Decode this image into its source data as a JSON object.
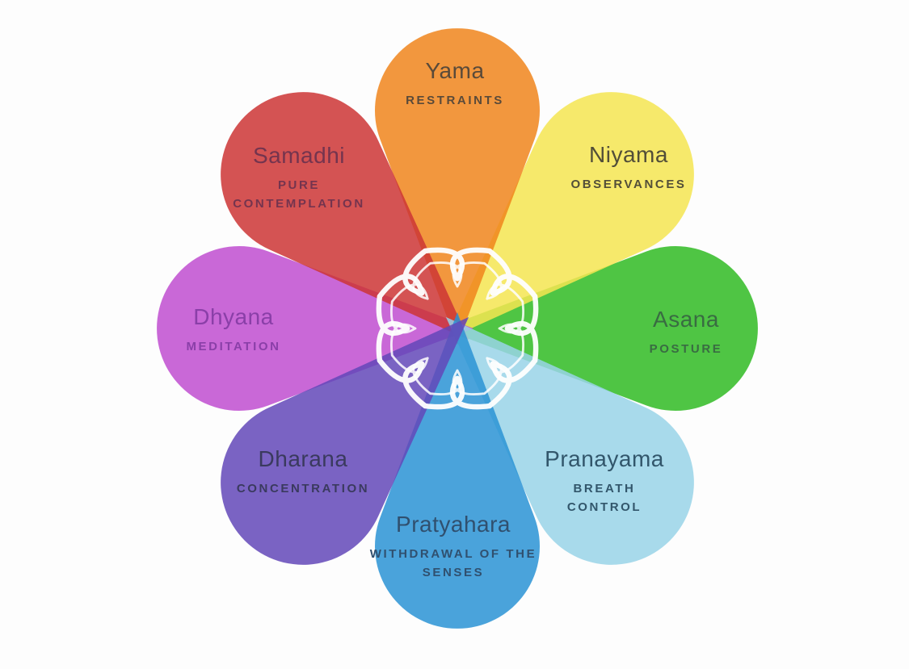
{
  "diagram": {
    "background_color": "#fdfdfd",
    "center_icon": "lotus-flower-icon",
    "lotus_line_color": "#ffffff"
  },
  "petals": [
    {
      "id": "yama",
      "name": "Yama",
      "subtitle": "RESTRAINTS",
      "angle": 0,
      "fill": "#F0851C",
      "text_color": "#5A4A39"
    },
    {
      "id": "niyama",
      "name": "Niyama",
      "subtitle": "OBSERVANCES",
      "angle": 45,
      "fill": "#F4E551",
      "text_color": "#524E38"
    },
    {
      "id": "asana",
      "name": "Asana",
      "subtitle": "POSTURE",
      "angle": 90,
      "fill": "#30BB23",
      "text_color": "#396C42"
    },
    {
      "id": "pranayama",
      "name": "Pranayama",
      "subtitle": "BREATH CONTROL",
      "angle": 135,
      "fill": "#99D4E8",
      "text_color": "#32566B"
    },
    {
      "id": "pratyahara",
      "name": "Pratyahara",
      "subtitle": "WITHDRAWAL OF THE SENSES",
      "angle": 180,
      "fill": "#2A93D5",
      "text_color": "#30506F"
    },
    {
      "id": "dharana",
      "name": "Dharana",
      "subtitle": "CONCENTRATION",
      "angle": 225,
      "fill": "#6348B8",
      "text_color": "#3A3A5E"
    },
    {
      "id": "dhyana",
      "name": "Dhyana",
      "subtitle": "MEDITATION",
      "angle": 270,
      "fill": "#BF4DD0",
      "text_color": "#8A3FA8"
    },
    {
      "id": "samadhi",
      "name": "Samadhi",
      "subtitle": "PURE CONTEMPLATION",
      "angle": 315,
      "fill": "#CC3535",
      "text_color": "#74344E"
    }
  ]
}
